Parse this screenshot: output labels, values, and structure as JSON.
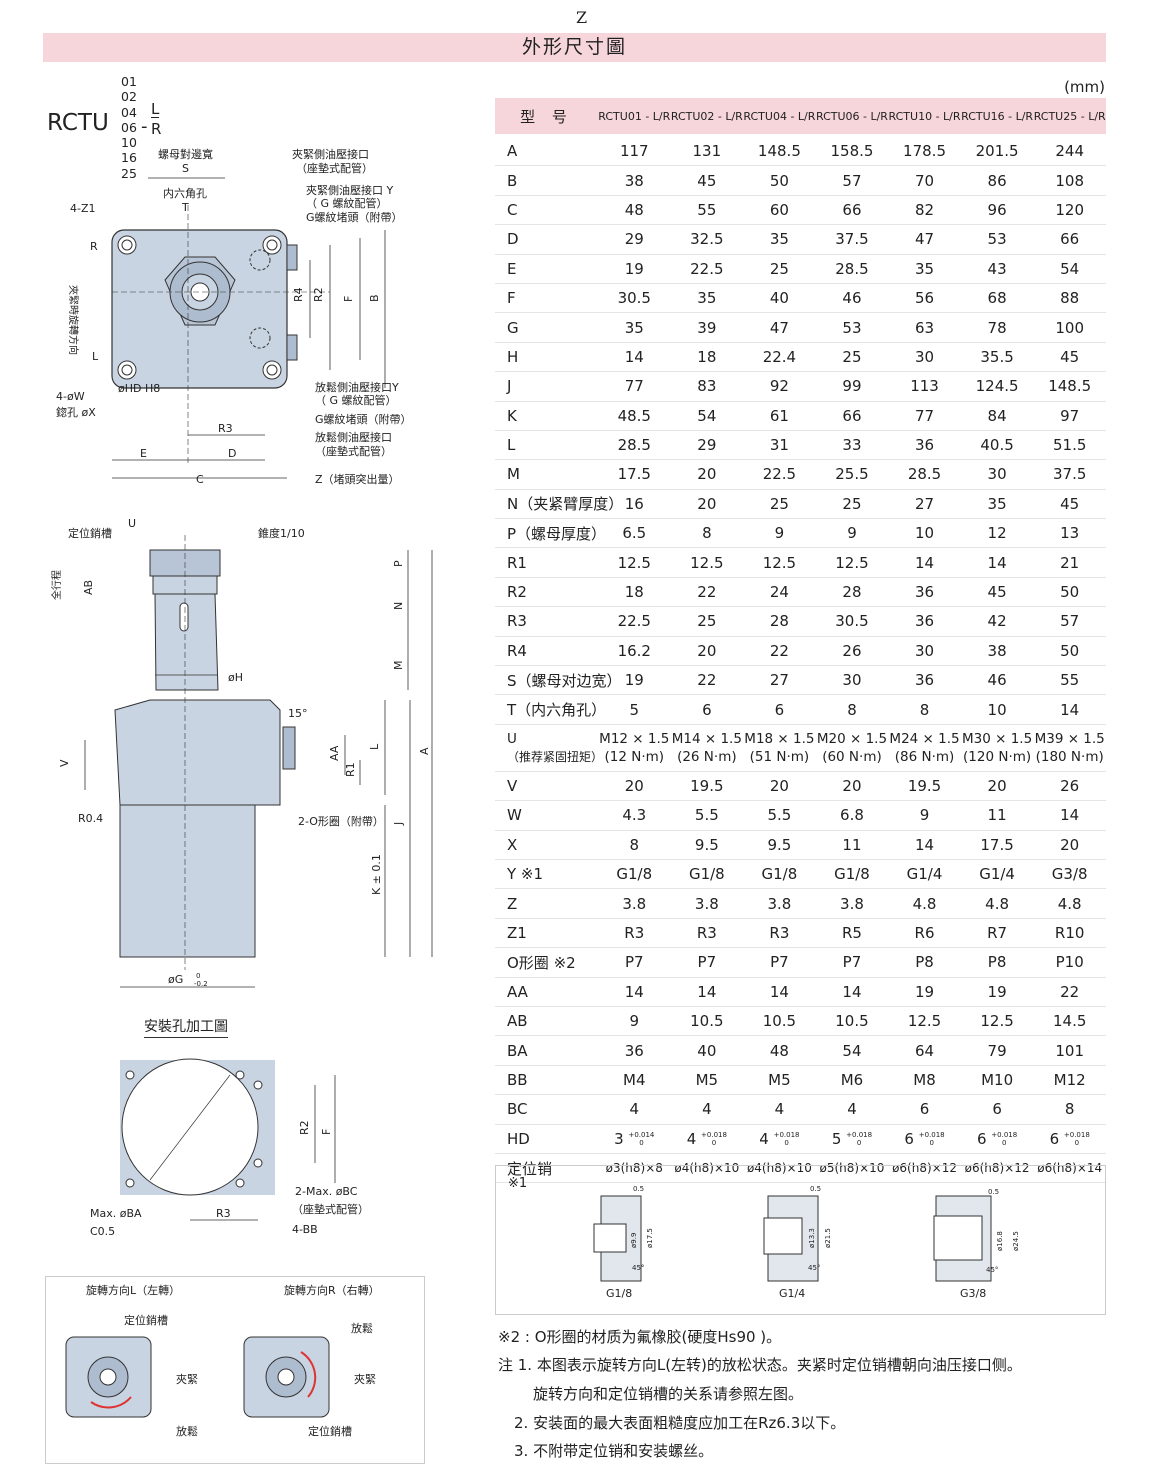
{
  "page_letter": "Z",
  "section_title": "外形尺寸圖",
  "unit": "(mm)",
  "model_code": {
    "prefix": "RCTU",
    "sizes": [
      "01",
      "02",
      "04",
      "06",
      "10",
      "16",
      "25"
    ],
    "dash": "-",
    "directions": [
      "L",
      "R"
    ]
  },
  "top_view_labels": {
    "nut_width": "螺母對邊寬",
    "s": "S",
    "hex_hole": "内六角孔",
    "t": "T",
    "z1": "4-Z1",
    "clamp_port_pad": "夾緊側油壓接口",
    "clamp_port_pad2": "（座墊式配管）",
    "clamp_port_y": "夾緊側油壓接口 Y",
    "g_thread_pipe": "（ G 螺紋配管）",
    "g_plug": "G螺紋堵頭（附帶）",
    "r": "R",
    "l": "L",
    "rotate_dir": "夾緊時旋轉方向",
    "r4": "R4",
    "r2": "R2",
    "f": "F",
    "b": "B",
    "hd": "øHD H8",
    "w": "4-øW",
    "x": "鍃孔 øX",
    "release_port_y": "放鬆側油壓接口Y",
    "g_thread_pipe2": "（ G 螺紋配管）",
    "g_plug2": "G螺紋堵頭（附帶）",
    "release_port_pad": "放鬆側油壓接口",
    "release_port_pad2": "（座墊式配管）",
    "r3": "R3",
    "e": "E",
    "d": "D",
    "c": "C",
    "z": "Z（堵頭突出量）"
  },
  "side_view_labels": {
    "pin_groove": "定位銷槽",
    "u": "U",
    "taper": "錐度1/10",
    "full_stroke": "全行程",
    "ab": "AB",
    "p": "P",
    "n": "N",
    "m": "M",
    "h": "øH",
    "deg15": "15°",
    "v": "V",
    "aa": "AA",
    "r1": "R1",
    "l": "L",
    "a": "A",
    "r04": "R0.4",
    "oring": "2-O形圈（附帶）",
    "j": "J",
    "k": "K ± 0.1",
    "g": "øG",
    "g_tol_up": "0",
    "g_tol_down": "-0.2"
  },
  "mount_labels": {
    "title": "安裝孔加工圖",
    "r2": "R2",
    "f": "F",
    "max_bc": "2-Max. øBC",
    "pad_pipe": "（座墊式配管）",
    "max_ba": "Max. øBA",
    "c05": "C0.5",
    "r3": "R3",
    "bb": "4-BB"
  },
  "rotation_labels": {
    "left_title": "旋轉方向L（左轉）",
    "right_title": "旋轉方向R（右轉）",
    "pin_groove": "定位銷槽",
    "clamp": "夾緊",
    "release": "放鬆",
    "pin_groove2": "定位銷槽"
  },
  "table": {
    "header_label": "型 号",
    "models": [
      "RCTU01 - L/R",
      "RCTU02 - L/R",
      "RCTU04 - L/R",
      "RCTU06 - L/R",
      "RCTU10 - L/R",
      "RCTU16 - L/R",
      "RCTU25 - L/R"
    ],
    "rows": [
      {
        "label": "A",
        "values": [
          "117",
          "131",
          "148.5",
          "158.5",
          "178.5",
          "201.5",
          "244"
        ]
      },
      {
        "label": "B",
        "values": [
          "38",
          "45",
          "50",
          "57",
          "70",
          "86",
          "108"
        ]
      },
      {
        "label": "C",
        "values": [
          "48",
          "55",
          "60",
          "66",
          "82",
          "96",
          "120"
        ]
      },
      {
        "label": "D",
        "values": [
          "29",
          "32.5",
          "35",
          "37.5",
          "47",
          "53",
          "66"
        ]
      },
      {
        "label": "E",
        "values": [
          "19",
          "22.5",
          "25",
          "28.5",
          "35",
          "43",
          "54"
        ]
      },
      {
        "label": "F",
        "values": [
          "30.5",
          "35",
          "40",
          "46",
          "56",
          "68",
          "88"
        ]
      },
      {
        "label": "G",
        "values": [
          "35",
          "39",
          "47",
          "53",
          "63",
          "78",
          "100"
        ]
      },
      {
        "label": "H",
        "values": [
          "14",
          "18",
          "22.4",
          "25",
          "30",
          "35.5",
          "45"
        ]
      },
      {
        "label": "J",
        "values": [
          "77",
          "83",
          "92",
          "99",
          "113",
          "124.5",
          "148.5"
        ]
      },
      {
        "label": "K",
        "values": [
          "48.5",
          "54",
          "61",
          "66",
          "77",
          "84",
          "97"
        ]
      },
      {
        "label": "L",
        "values": [
          "28.5",
          "29",
          "31",
          "33",
          "36",
          "40.5",
          "51.5"
        ]
      },
      {
        "label": "M",
        "values": [
          "17.5",
          "20",
          "22.5",
          "25.5",
          "28.5",
          "30",
          "37.5"
        ]
      },
      {
        "label": "N（夹紧臂厚度）",
        "values": [
          "16",
          "20",
          "25",
          "25",
          "27",
          "35",
          "45"
        ]
      },
      {
        "label": "P（螺母厚度）",
        "values": [
          "6.5",
          "8",
          "9",
          "9",
          "10",
          "12",
          "13"
        ]
      },
      {
        "label": "R1",
        "values": [
          "12.5",
          "12.5",
          "12.5",
          "12.5",
          "14",
          "14",
          "21"
        ]
      },
      {
        "label": "R2",
        "values": [
          "18",
          "22",
          "24",
          "28",
          "36",
          "45",
          "50"
        ]
      },
      {
        "label": "R3",
        "values": [
          "22.5",
          "25",
          "28",
          "30.5",
          "36",
          "42",
          "57"
        ]
      },
      {
        "label": "R4",
        "values": [
          "16.2",
          "20",
          "22",
          "26",
          "30",
          "38",
          "50"
        ]
      },
      {
        "label": "S（螺母对边宽）",
        "values": [
          "19",
          "22",
          "27",
          "30",
          "36",
          "46",
          "55"
        ]
      },
      {
        "label": "T（内六角孔）",
        "values": [
          "5",
          "6",
          "6",
          "8",
          "8",
          "10",
          "14"
        ]
      }
    ],
    "u_row": {
      "label": "U",
      "sublabel": "（推荐紧固扭矩）",
      "values": [
        "M12 × 1.5",
        "M14 × 1.5",
        "M18 × 1.5",
        "M20 × 1.5",
        "M24 × 1.5",
        "M30 × 1.5",
        "M39 × 1.5"
      ],
      "torques": [
        "(12 N·m)",
        "(26 N·m)",
        "(51 N·m)",
        "(60 N·m)",
        "(86 N·m)",
        "(120 N·m)",
        "(180 N·m)"
      ]
    },
    "rows2": [
      {
        "label": "V",
        "values": [
          "20",
          "19.5",
          "20",
          "20",
          "19.5",
          "20",
          "26"
        ]
      },
      {
        "label": "W",
        "values": [
          "4.3",
          "5.5",
          "5.5",
          "6.8",
          "9",
          "11",
          "14"
        ]
      },
      {
        "label": "X",
        "values": [
          "8",
          "9.5",
          "9.5",
          "11",
          "14",
          "17.5",
          "20"
        ]
      },
      {
        "label": "Y ※1",
        "values": [
          "G1/8",
          "G1/8",
          "G1/8",
          "G1/8",
          "G1/4",
          "G1/4",
          "G3/8"
        ]
      },
      {
        "label": "Z",
        "values": [
          "3.8",
          "3.8",
          "3.8",
          "3.8",
          "4.8",
          "4.8",
          "4.8"
        ]
      },
      {
        "label": "Z1",
        "values": [
          "R3",
          "R3",
          "R3",
          "R5",
          "R6",
          "R7",
          "R10"
        ]
      },
      {
        "label": "O形圈 ※2",
        "values": [
          "P7",
          "P7",
          "P7",
          "P7",
          "P8",
          "P8",
          "P10"
        ]
      },
      {
        "label": "AA",
        "values": [
          "14",
          "14",
          "14",
          "14",
          "19",
          "19",
          "22"
        ]
      },
      {
        "label": "AB",
        "values": [
          "9",
          "10.5",
          "10.5",
          "10.5",
          "12.5",
          "12.5",
          "14.5"
        ]
      },
      {
        "label": "BA",
        "values": [
          "36",
          "40",
          "48",
          "54",
          "64",
          "79",
          "101"
        ]
      },
      {
        "label": "BB",
        "values": [
          "M4",
          "M5",
          "M5",
          "M6",
          "M8",
          "M10",
          "M12"
        ]
      },
      {
        "label": "BC",
        "values": [
          "4",
          "4",
          "4",
          "4",
          "6",
          "6",
          "8"
        ]
      }
    ],
    "hd_row": {
      "label": "HD",
      "values": [
        "3",
        "4",
        "4",
        "5",
        "6",
        "6",
        "6"
      ],
      "tol_up": [
        "+0.014",
        "+0.018",
        "+0.018",
        "+0.018",
        "+0.018",
        "+0.018",
        "+0.018"
      ],
      "tol_down": "0"
    },
    "pin_row": {
      "label": "定位销",
      "values": [
        "ø3(h8)×8",
        "ø4(h8)×10",
        "ø4(h8)×10",
        "ø5(h8)×10",
        "ø6(h8)×12",
        "ø6(h8)×12",
        "ø6(h8)×14"
      ]
    }
  },
  "figure1": {
    "label": "※1",
    "items": [
      {
        "name": "G1/8",
        "d1": "ø9.9",
        "d2": "ø17.5",
        "dim": "0.5",
        "angle": "45°"
      },
      {
        "name": "G1/4",
        "d1": "ø13.3",
        "d2": "ø21.5",
        "dim": "0.5",
        "angle": "45°"
      },
      {
        "name": "G3/8",
        "d1": "ø16.8",
        "d2": "ø24.5",
        "dim": "0.5",
        "angle": "45°"
      }
    ]
  },
  "notes": {
    "n2": "※2 : O形圈的材质为氟橡胶(硬度Hs90 )。",
    "n1": "注 1. 本图表示旋转方向L(左转)的放松状态。夹紧时定位销槽朝向油压接口侧。",
    "n1b": "旋转方向和定位销槽的关系请参照左图。",
    "n2b": "2. 安装面的最大表面粗糙度应加工在Rz6.3以下。",
    "n3": "3. 不附带定位销和安装螺丝。"
  }
}
